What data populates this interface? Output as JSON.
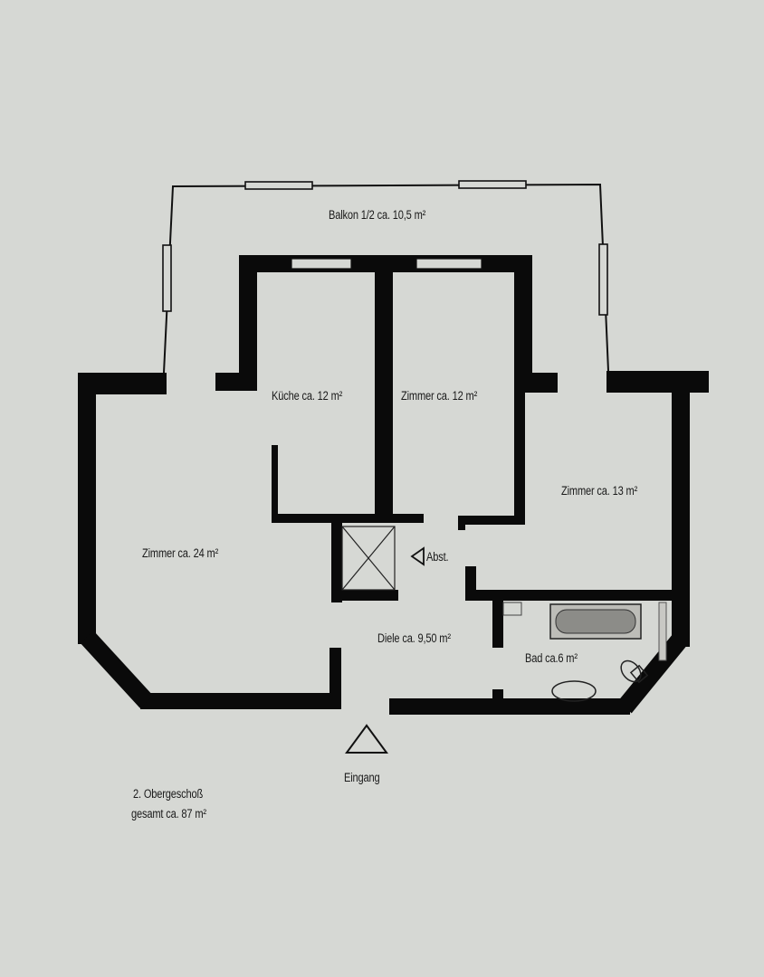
{
  "rooms": {
    "balcony": "Balkon 1/2 ca. 10,5 m²",
    "kitchen": "Küche ca. 12 m²",
    "room_12": "Zimmer ca. 12 m²",
    "room_13": "Zimmer ca. 13 m²",
    "room_24": "Zimmer ca. 24 m²",
    "storage": "Abst.",
    "hall": "Diele ca. 9,50 m²",
    "bath": "Bad ca.6  m²"
  },
  "entrance": "Eingang",
  "floor_info": {
    "floor": "2. Obergeschoß",
    "total": "gesamt ca. 87 m²"
  },
  "colors": {
    "paper": "#d6d8d4",
    "wall": "#0a0a0a"
  }
}
